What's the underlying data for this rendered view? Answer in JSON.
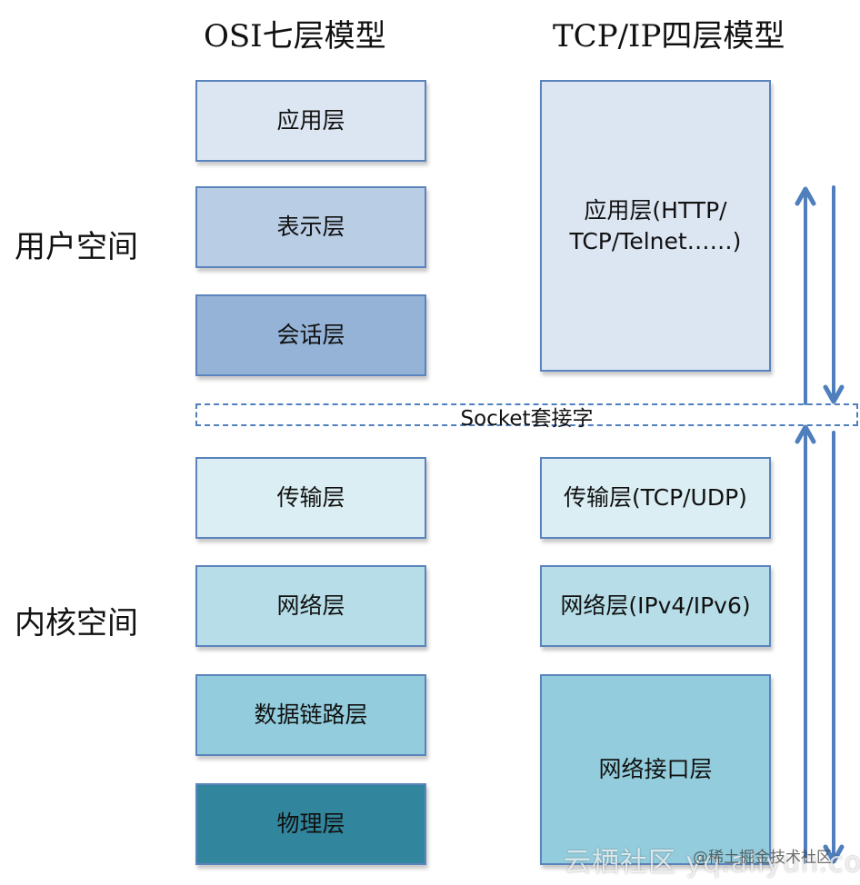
{
  "titles": {
    "osi": "OSI七层模型",
    "tcpip": "TCP/IP四层模型"
  },
  "space_labels": {
    "user": "用户空间",
    "kernel": "内核空间"
  },
  "osi_layers": [
    {
      "label": "应用层",
      "color": "#dce6f2"
    },
    {
      "label": "表示层",
      "color": "#b9cde5"
    },
    {
      "label": "会话层",
      "color": "#95b3d7"
    },
    {
      "label": "传输层",
      "color": "#dbeef3"
    },
    {
      "label": "网络层",
      "color": "#b7dee8"
    },
    {
      "label": "数据链路层",
      "color": "#93cddd"
    },
    {
      "label": "物理层",
      "color": "#31859c"
    }
  ],
  "tcpip_layers": [
    {
      "label_line1": "应用层(HTTP/",
      "label_line2": "TCP/Telnet……)",
      "color": "#dce6f2"
    },
    {
      "label": "传输层(TCP/UDP)",
      "color": "#dbeef3"
    },
    {
      "label": "网络层(IPv4/IPv6)",
      "color": "#b7dee8"
    },
    {
      "label": "网络接口层",
      "color": "#93cddd"
    }
  ],
  "socket": {
    "label": "Socket套接字",
    "border_color": "#4f7fbc"
  },
  "arrow_color": "#4f7fbc",
  "watermark": {
    "main": "云栖社区 yq.aliyun.com",
    "credit": "@稀土掘金技术社区"
  }
}
